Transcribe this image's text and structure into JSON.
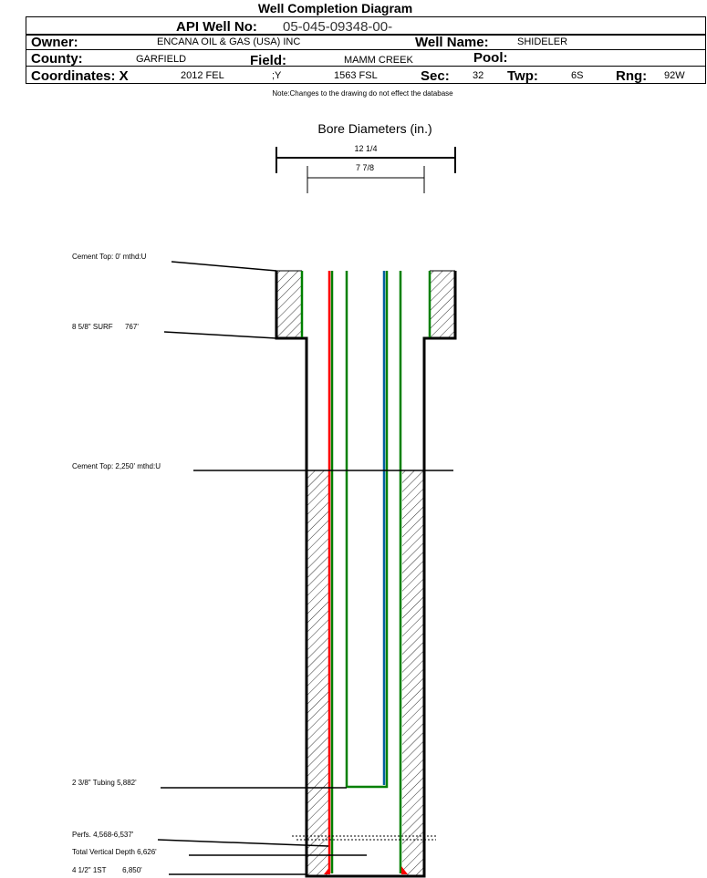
{
  "title": "Well Completion Diagram",
  "header": {
    "api_label": "API Well No:",
    "api_value": "05-045-09348-00-",
    "owner_label": "Owner:",
    "owner_value": "ENCANA OIL & GAS (USA) INC",
    "well_name_label": "Well Name:",
    "well_name_value": "SHIDELER",
    "county_label": "County:",
    "county_value": "GARFIELD",
    "field_label": "Field:",
    "field_value": "MAMM CREEK",
    "pool_label": "Pool:",
    "coords_label": "Coordinates: X",
    "x_value": "2012 FEL",
    "y_label": ";Y",
    "y_value": "1563 FSL",
    "sec_label": "Sec:",
    "sec_value": "32",
    "twp_label": "Twp:",
    "twp_value": "6S",
    "rng_label": "Rng:",
    "rng_value": "92W"
  },
  "note": "Note:Changes to the drawing do not effect the database",
  "diagram": {
    "bore_title": "Bore Diameters (in.)",
    "bore_outer": "12 1/4",
    "bore_inner": "7 7/8",
    "labels": {
      "cement_top_1": "Cement Top: 0' mthd:U",
      "surface_casing": "8 5/8\" SURF      767'",
      "cement_top_2": "Cement Top: 2,250' mthd:U",
      "tubing": "2 3/8\" Tubing 5,882'",
      "perfs": "Perfs. 4,568-6,537'",
      "tvd": "Total Vertical Depth 6,626'",
      "production_casing": "4 1/2\" 1ST        6,850'"
    },
    "colors": {
      "green": "#008000",
      "red": "#ff0000",
      "blue": "#0060a0"
    }
  }
}
